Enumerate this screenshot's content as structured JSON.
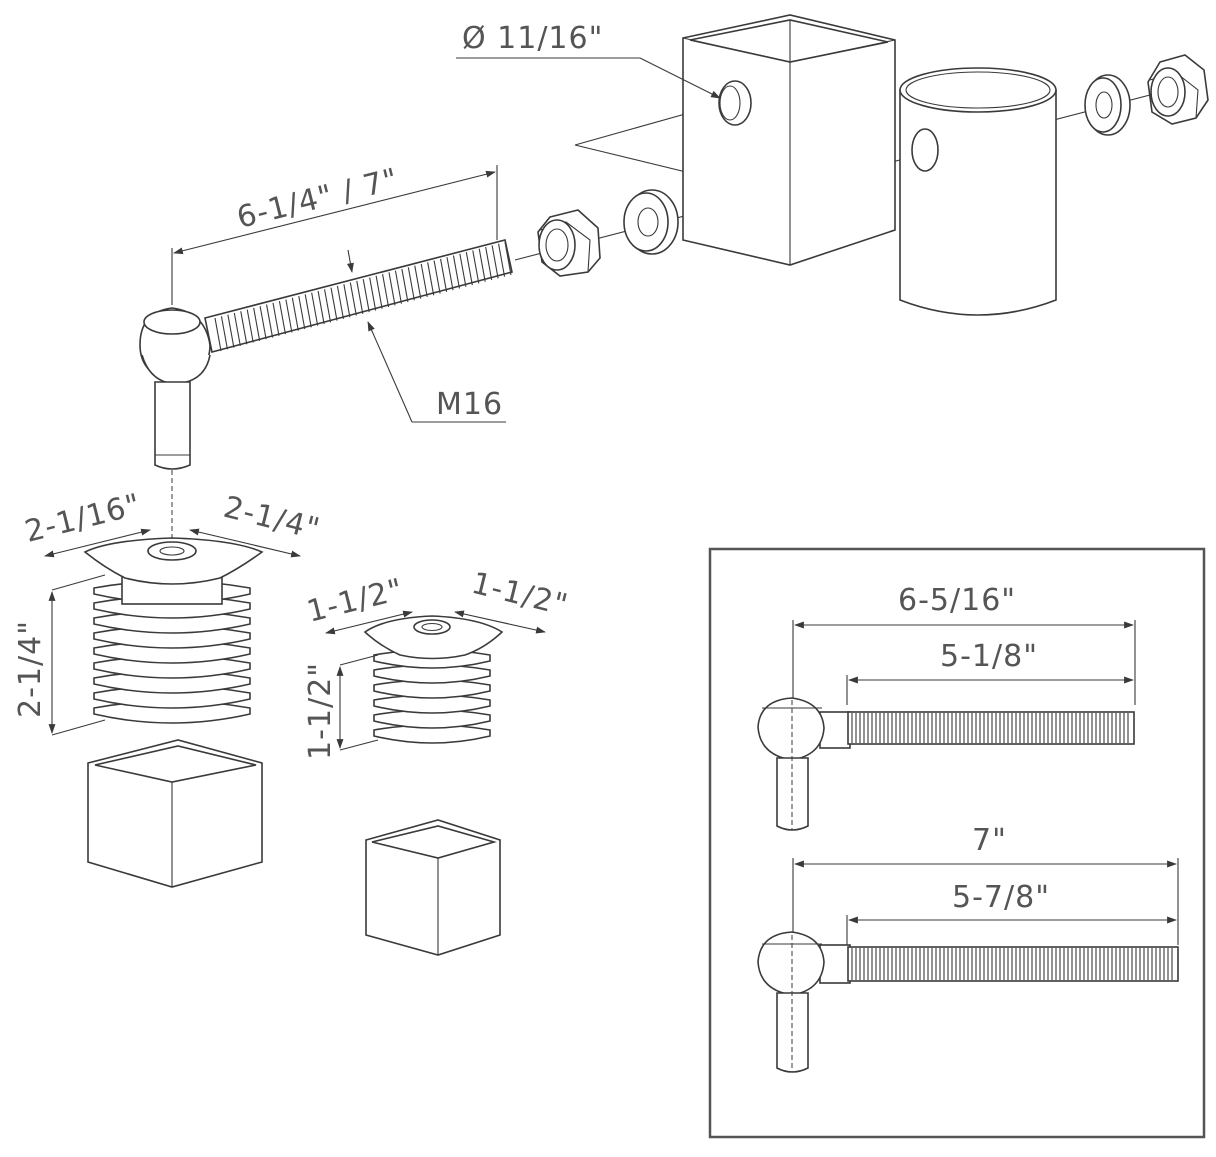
{
  "diagram": {
    "labels": {
      "hole_diameter": "Ø 11/16\"",
      "bolt_length": "6-1/4\" / 7\"",
      "thread": "M16",
      "large_cap_width_a": "2-1/16\"",
      "large_cap_width_b": "2-1/4\"",
      "large_cap_height": "2-1/4\"",
      "small_cap_width_a": "1-1/2\"",
      "small_cap_width_b": "1-1/2\"",
      "small_cap_height": "1-1/2\""
    },
    "inset": {
      "short_overall": "6-5/16\"",
      "short_thread": "5-1/8\"",
      "long_overall": "7\"",
      "long_thread": "5-7/8\""
    }
  }
}
